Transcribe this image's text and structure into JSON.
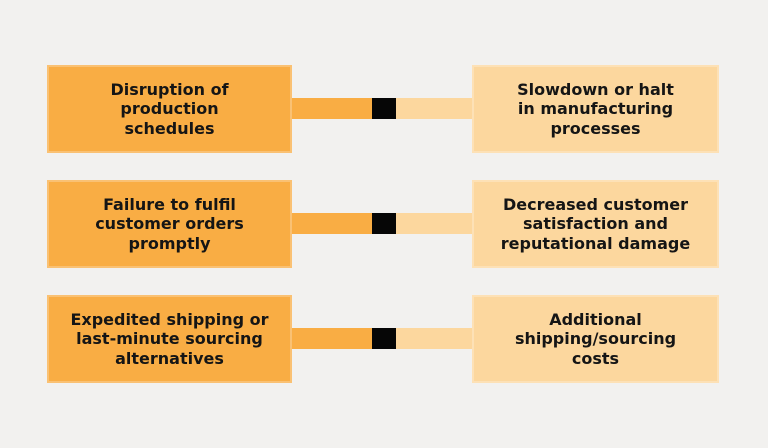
{
  "diagram": {
    "type": "cause-effect-flow",
    "background_color": "#F2F1EF",
    "colors": {
      "cause_box": "#F9AD44",
      "effect_box": "#FCD79E",
      "connector_cause_segment": "#F9AD44",
      "connector_effect_segment": "#FCD79E",
      "connector_node": "#060606",
      "text": "#151515"
    },
    "rows": [
      {
        "cause": "Disruption of\nproduction\nschedules",
        "effect": "Slowdown or halt\nin manufacturing\nprocesses"
      },
      {
        "cause": "Failure to fulfil\ncustomer orders\npromptly",
        "effect": "Decreased customer\nsatisfaction and\nreputational damage"
      },
      {
        "cause": "Expedited shipping or\nlast-minute sourcing\nalternatives",
        "effect": "Additional\nshipping/sourcing\ncosts"
      }
    ]
  }
}
